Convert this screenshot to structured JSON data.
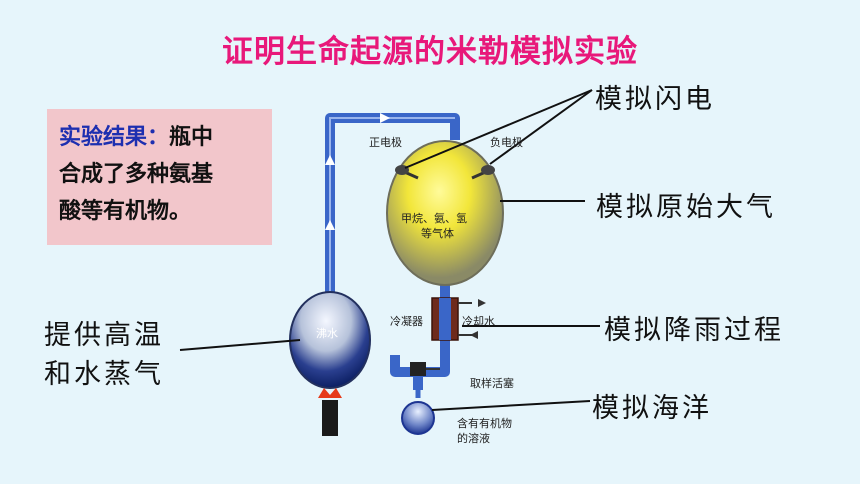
{
  "title": "证明生命起源的米勒模拟实验",
  "result": {
    "heading": "实验结果：",
    "text_line1": "瓶中",
    "text_line2": "合成了多种氨基",
    "text_line3": "酸等有机物。"
  },
  "labels": {
    "lightning": "模拟闪电",
    "atmosphere": "模拟原始大气",
    "rain": "模拟降雨过程",
    "ocean": "模拟海洋",
    "heat_line1": "提供高温",
    "heat_line2": "和水蒸气"
  },
  "apparatus": {
    "positive_electrode": "正电极",
    "negative_electrode": "负电极",
    "gas_line1": "甲烷、氨、氢",
    "gas_line2": "等气体",
    "boiling_water": "沸水",
    "condenser": "冷凝器",
    "cooling_water": "冷却水",
    "stopcock": "取样活塞",
    "solution_line1": "含有有机物",
    "solution_line2": "的溶液"
  },
  "colors": {
    "title": "#e8187a",
    "result_heading": "#1d2fb0",
    "result_box": "#f2c6cb",
    "tube": "#3a66c8",
    "gas": "#f2e63a",
    "water": "#1e3a9a"
  }
}
